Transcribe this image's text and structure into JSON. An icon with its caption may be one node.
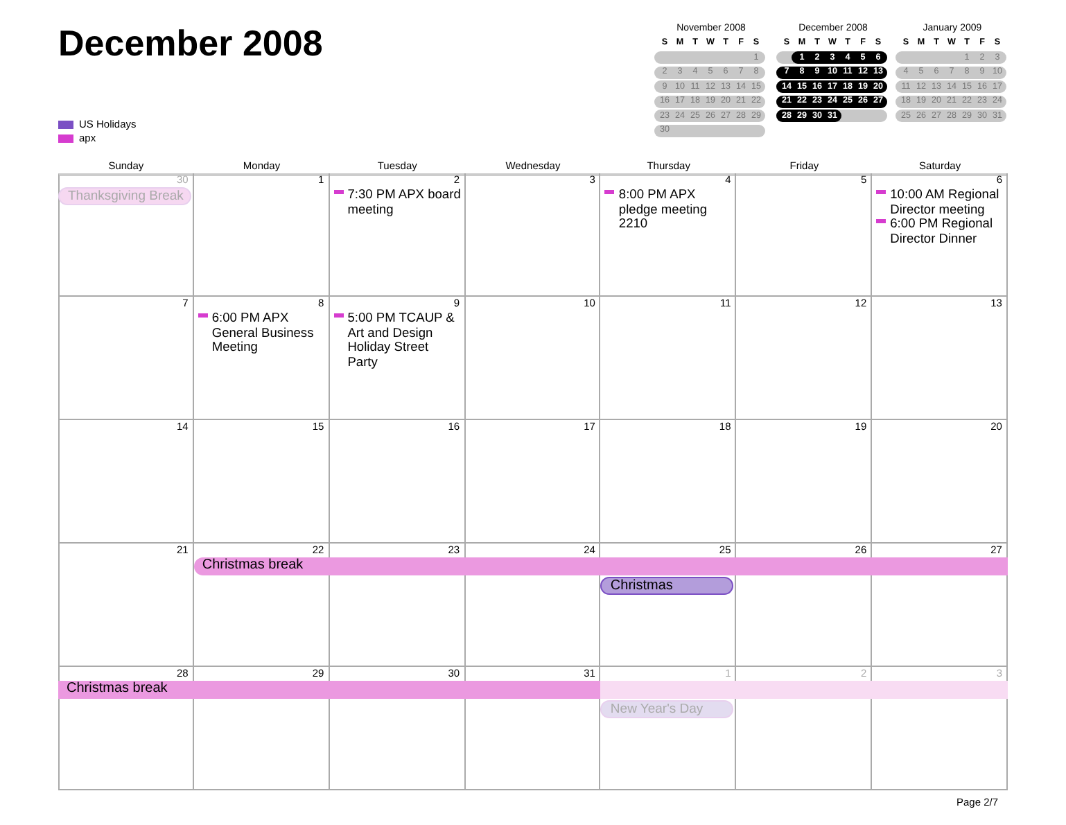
{
  "diagram": {
    "title": "December 2008",
    "nodes": [
      {
        "text": [
          "30"
        ]
      },
      {
        "text": [
          "1"
        ]
      },
      {
        "text": [
          "2",
          "7:30 PM APX board meeting"
        ]
      },
      {
        "text": [
          "3"
        ]
      },
      {
        "text": [
          "4",
          "8:00 PM APX pledge meeting 2210"
        ]
      },
      {
        "text": [
          "5"
        ]
      },
      {
        "text": [
          "6",
          "10:00 AM Regional Director meeting",
          "6:00 PM Regional Director Dinner"
        ]
      },
      {
        "text": [
          "7"
        ]
      },
      {
        "text": [
          "8",
          "6:00 PM APX General Business Meeting"
        ]
      },
      {
        "text": [
          "9",
          "5:00 PM TCAUP & Art and Design Holiday Street Party"
        ]
      },
      {
        "text": [
          "10"
        ]
      },
      {
        "text": [
          "11"
        ]
      },
      {
        "text": [
          "12"
        ]
      },
      {
        "text": [
          "13"
        ]
      },
      {
        "text": [
          "14"
        ]
      },
      {
        "text": [
          "15"
        ]
      },
      {
        "text": [
          "16"
        ]
      },
      {
        "text": [
          "17"
        ]
      },
      {
        "text": [
          "18"
        ]
      },
      {
        "text": [
          "19"
        ]
      },
      {
        "text": [
          "20"
        ]
      },
      {
        "text": [
          "21"
        ]
      },
      {
        "text": [
          "22"
        ]
      },
      {
        "text": [
          "23"
        ]
      },
      {
        "text": [
          "24"
        ]
      },
      {
        "text": [
          "25"
        ]
      },
      {
        "text": [
          "26"
        ]
      },
      {
        "text": [
          "27"
        ]
      },
      {
        "text": [
          "28"
        ]
      },
      {
        "text": [
          "29"
        ]
      },
      {
        "text": [
          "30"
        ]
      },
      {
        "text": [
          "31"
        ]
      },
      {
        "text": [
          "1"
        ]
      },
      {
        "text": [
          "2"
        ]
      },
      {
        "text": [
          "3"
        ]
      },
      {
        "text": [
          "Thanksgiving Break"
        ],
        "in": 0
      },
      {
        "text": [
          "Christmas break"
        ]
      },
      {
        "text": [
          "Christmas"
        ],
        "in": 25
      },
      {
        "text": [
          "Christmas break"
        ]
      },
      {
        "text": [
          "New Year's Day"
        ],
        "in": 32
      }
    ],
    "labels": [
      "Sunday",
      "Monday",
      "Tuesday",
      "Wednesday",
      "Thursday",
      "Friday",
      "Saturday",
      "November 2008",
      "S",
      "M",
      "T",
      "W",
      "T",
      "F",
      "S",
      "1",
      "2",
      "3",
      "4",
      "5",
      "6",
      "7",
      "8",
      "9",
      "10",
      "11",
      "12",
      "13",
      "14",
      "15",
      "16",
      "17",
      "18",
      "19",
      "20",
      "21",
      "22",
      "23",
      "24",
      "25",
      "26",
      "27",
      "28",
      "29",
      "30",
      "December 2008",
      "S",
      "M",
      "T",
      "W",
      "T",
      "F",
      "S",
      "1",
      "2",
      "3",
      "4",
      "5",
      "6",
      "7",
      "8",
      "9",
      "10",
      "11",
      "12",
      "13",
      "14",
      "15",
      "16",
      "17",
      "18",
      "19",
      "20",
      "21",
      "22",
      "23",
      "24",
      "25",
      "26",
      "27",
      "28",
      "29",
      "30",
      "31",
      "January 2009",
      "S",
      "M",
      "T",
      "W",
      "T",
      "F",
      "S",
      "1",
      "2",
      "3",
      "4",
      "5",
      "6",
      "7",
      "8",
      "9",
      "10",
      "11",
      "12",
      "13",
      "14",
      "15",
      "16",
      "17",
      "18",
      "19",
      "20",
      "21",
      "22",
      "23",
      "24",
      "25",
      "26",
      "27",
      "28",
      "29",
      "30",
      "31",
      "Page 2/7"
    ],
    "legend": [
      {
        "text": "US Holidays",
        "color": "#7b4fc4"
      },
      {
        "text": "apx",
        "color": "#d63ccf"
      }
    ]
  }
}
